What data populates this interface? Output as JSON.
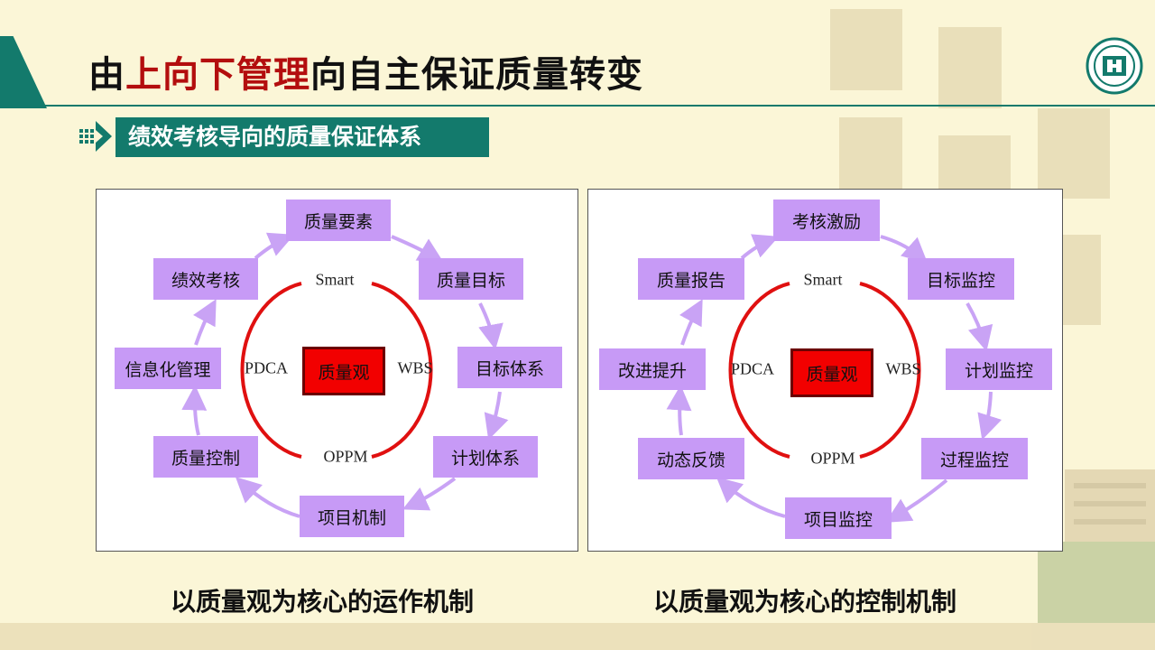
{
  "title": {
    "part1": "由",
    "highlight": "上向下管理",
    "part2": "向自主保证质量转变"
  },
  "subtitle": "绩效考核导向的质量保证体系",
  "colors": {
    "accent": "#137a6c",
    "highlight": "#b30e0e",
    "node_fill": "#c79af6",
    "arrow": "#c9a3f5",
    "arc": "#e01010",
    "core_fill": "#f20000",
    "core_border": "#6b0000"
  },
  "diagram_left": {
    "nodes": [
      "质量要素",
      "质量目标",
      "目标体系",
      "计划体系",
      "项目机制",
      "质量控制",
      "信息化管理",
      "绩效考核"
    ],
    "center": "质量观",
    "labels": {
      "top": "Smart",
      "left": "PDCA",
      "right": "WBS",
      "bottom": "OPPM"
    },
    "caption": "以质量观为核心的运作机制"
  },
  "diagram_right": {
    "nodes": [
      "考核激励",
      "目标监控",
      "计划监控",
      "过程监控",
      "项目监控",
      "动态反馈",
      "改进提升",
      "质量报告"
    ],
    "center": "质量观",
    "labels": {
      "top": "Smart",
      "left": "PDCA",
      "right": "WBS",
      "bottom": "OPPM"
    },
    "caption": "以质量观为核心的控制机制"
  }
}
